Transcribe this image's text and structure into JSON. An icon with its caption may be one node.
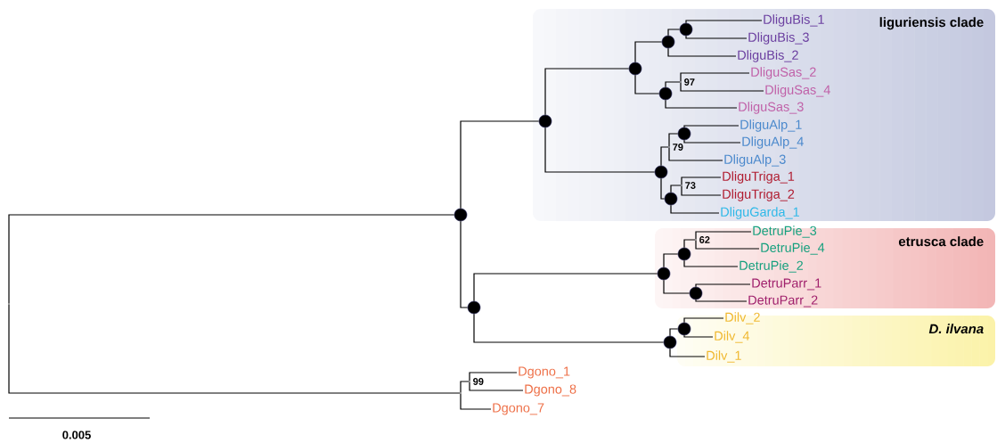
{
  "diagram": {
    "nodes": [
      {
        "text": [
          "liguriensis clade"
        ]
      },
      {
        "text": [
          "etrusca clade"
        ]
      },
      {
        "text": [
          "D. ilvana"
        ]
      },
      {
        "text": [],
        "shape": "point"
      },
      {
        "text": [],
        "shape": "circle"
      },
      {
        "text": [],
        "shape": "circle",
        "in": 0
      },
      {
        "text": [],
        "shape": "circle",
        "in": 0
      },
      {
        "text": [],
        "shape": "circle",
        "in": 0
      },
      {
        "text": [],
        "shape": "circle",
        "in": 0
      },
      {
        "text": [
          "DliguBis_1"
        ],
        "in": 0
      },
      {
        "text": [
          "DliguBis_3"
        ],
        "in": 0
      },
      {
        "text": [
          "DliguBis_2"
        ],
        "in": 0
      },
      {
        "text": [],
        "shape": "circle",
        "in": 0
      },
      {
        "text": [],
        "shape": "point",
        "beside": [
          "97"
        ],
        "in": 0
      },
      {
        "text": [
          "DliguSas_2"
        ],
        "in": 0
      },
      {
        "text": [
          "DliguSas_4"
        ],
        "in": 0
      },
      {
        "text": [
          "DliguSas_3"
        ],
        "in": 0
      },
      {
        "text": [],
        "shape": "circle",
        "in": 0
      },
      {
        "text": [],
        "shape": "point",
        "beside": [
          "79"
        ],
        "in": 0
      },
      {
        "text": [],
        "shape": "circle",
        "in": 0
      },
      {
        "text": [
          "DliguAlp_1"
        ],
        "in": 0
      },
      {
        "text": [
          "DliguAlp_4"
        ],
        "in": 0
      },
      {
        "text": [
          "DliguAlp_3"
        ],
        "in": 0
      },
      {
        "text": [],
        "shape": "circle",
        "in": 0
      },
      {
        "text": [],
        "shape": "point",
        "beside": [
          "73"
        ],
        "in": 0
      },
      {
        "text": [
          "DliguTriga_1"
        ],
        "in": 0
      },
      {
        "text": [
          "DliguTriga_2"
        ],
        "in": 0
      },
      {
        "text": [
          "DliguGarda_1"
        ],
        "in": 0
      },
      {
        "text": [],
        "shape": "circle"
      },
      {
        "text": [],
        "shape": "circle",
        "in": 1
      },
      {
        "text": [],
        "shape": "circle",
        "in": 1
      },
      {
        "text": [],
        "shape": "point",
        "beside": [
          "62"
        ],
        "in": 1
      },
      {
        "text": [
          "DetruPie_3"
        ],
        "in": 1
      },
      {
        "text": [
          "DetruPie_4"
        ],
        "in": 1
      },
      {
        "text": [
          "DetruPie_2"
        ],
        "in": 1
      },
      {
        "text": [],
        "shape": "circle",
        "in": 1
      },
      {
        "text": [
          "DetruParr_1"
        ],
        "in": 1
      },
      {
        "text": [
          "DetruParr_2"
        ],
        "in": 1
      },
      {
        "text": [],
        "shape": "circle"
      },
      {
        "text": [],
        "shape": "circle",
        "in": 2
      },
      {
        "text": [
          "Dilv_2"
        ],
        "in": 2
      },
      {
        "text": [
          "Dilv_4"
        ],
        "in": 2
      },
      {
        "text": [
          "Dilv_1"
        ],
        "in": 2
      },
      {
        "text": [],
        "shape": "point"
      },
      {
        "text": [],
        "shape": "point",
        "beside": [
          "99"
        ]
      },
      {
        "text": [
          "Dgono_1"
        ]
      },
      {
        "text": [
          "Dgono_8"
        ]
      },
      {
        "text": [
          "Dgono_7"
        ]
      }
    ],
    "edges": [
      {
        "from": 3,
        "to": 4,
        "arrow": "none"
      },
      {
        "from": 3,
        "to": 43,
        "arrow": "none"
      },
      {
        "from": 4,
        "to": 5,
        "arrow": "none"
      },
      {
        "from": 4,
        "to": 28,
        "arrow": "none"
      },
      {
        "from": 5,
        "to": 6,
        "arrow": "none"
      },
      {
        "from": 5,
        "to": 17,
        "arrow": "none"
      },
      {
        "from": 6,
        "to": 7,
        "arrow": "none"
      },
      {
        "from": 6,
        "to": 12,
        "arrow": "none"
      },
      {
        "from": 7,
        "to": 8,
        "arrow": "none"
      },
      {
        "from": 7,
        "to": 11,
        "arrow": "none"
      },
      {
        "from": 8,
        "to": 9,
        "arrow": "none"
      },
      {
        "from": 8,
        "to": 10,
        "arrow": "none"
      },
      {
        "from": 12,
        "to": 13,
        "arrow": "none"
      },
      {
        "from": 12,
        "to": 16,
        "arrow": "none"
      },
      {
        "from": 13,
        "to": 14,
        "arrow": "none"
      },
      {
        "from": 13,
        "to": 15,
        "arrow": "none"
      },
      {
        "from": 17,
        "to": 18,
        "arrow": "none"
      },
      {
        "from": 17,
        "to": 23,
        "arrow": "none"
      },
      {
        "from": 18,
        "to": 19,
        "arrow": "none"
      },
      {
        "from": 18,
        "to": 22,
        "arrow": "none"
      },
      {
        "from": 19,
        "to": 20,
        "arrow": "none"
      },
      {
        "from": 19,
        "to": 21,
        "arrow": "none"
      },
      {
        "from": 23,
        "to": 24,
        "arrow": "none"
      },
      {
        "from": 23,
        "to": 27,
        "arrow": "none"
      },
      {
        "from": 24,
        "to": 25,
        "arrow": "none"
      },
      {
        "from": 24,
        "to": 26,
        "arrow": "none"
      },
      {
        "from": 28,
        "to": 29,
        "arrow": "none"
      },
      {
        "from": 28,
        "to": 38,
        "arrow": "none"
      },
      {
        "from": 29,
        "to": 30,
        "arrow": "none"
      },
      {
        "from": 29,
        "to": 35,
        "arrow": "none"
      },
      {
        "from": 30,
        "to": 31,
        "arrow": "none"
      },
      {
        "from": 30,
        "to": 34,
        "arrow": "none"
      },
      {
        "from": 31,
        "to": 32,
        "arrow": "none"
      },
      {
        "from": 31,
        "to": 33,
        "arrow": "none"
      },
      {
        "from": 35,
        "to": 36,
        "arrow": "none"
      },
      {
        "from": 35,
        "to": 37,
        "arrow": "none"
      },
      {
        "from": 38,
        "to": 39,
        "arrow": "none"
      },
      {
        "from": 38,
        "to": 42,
        "arrow": "none"
      },
      {
        "from": 39,
        "to": 40,
        "arrow": "none"
      },
      {
        "from": 39,
        "to": 41,
        "arrow": "none"
      },
      {
        "from": 43,
        "to": 44,
        "arrow": "none"
      },
      {
        "from": 43,
        "to": 47,
        "arrow": "none"
      },
      {
        "from": 44,
        "to": 45,
        "arrow": "none"
      },
      {
        "from": 44,
        "to": 46,
        "arrow": "none"
      }
    ],
    "labels": [
      "0.005"
    ]
  }
}
